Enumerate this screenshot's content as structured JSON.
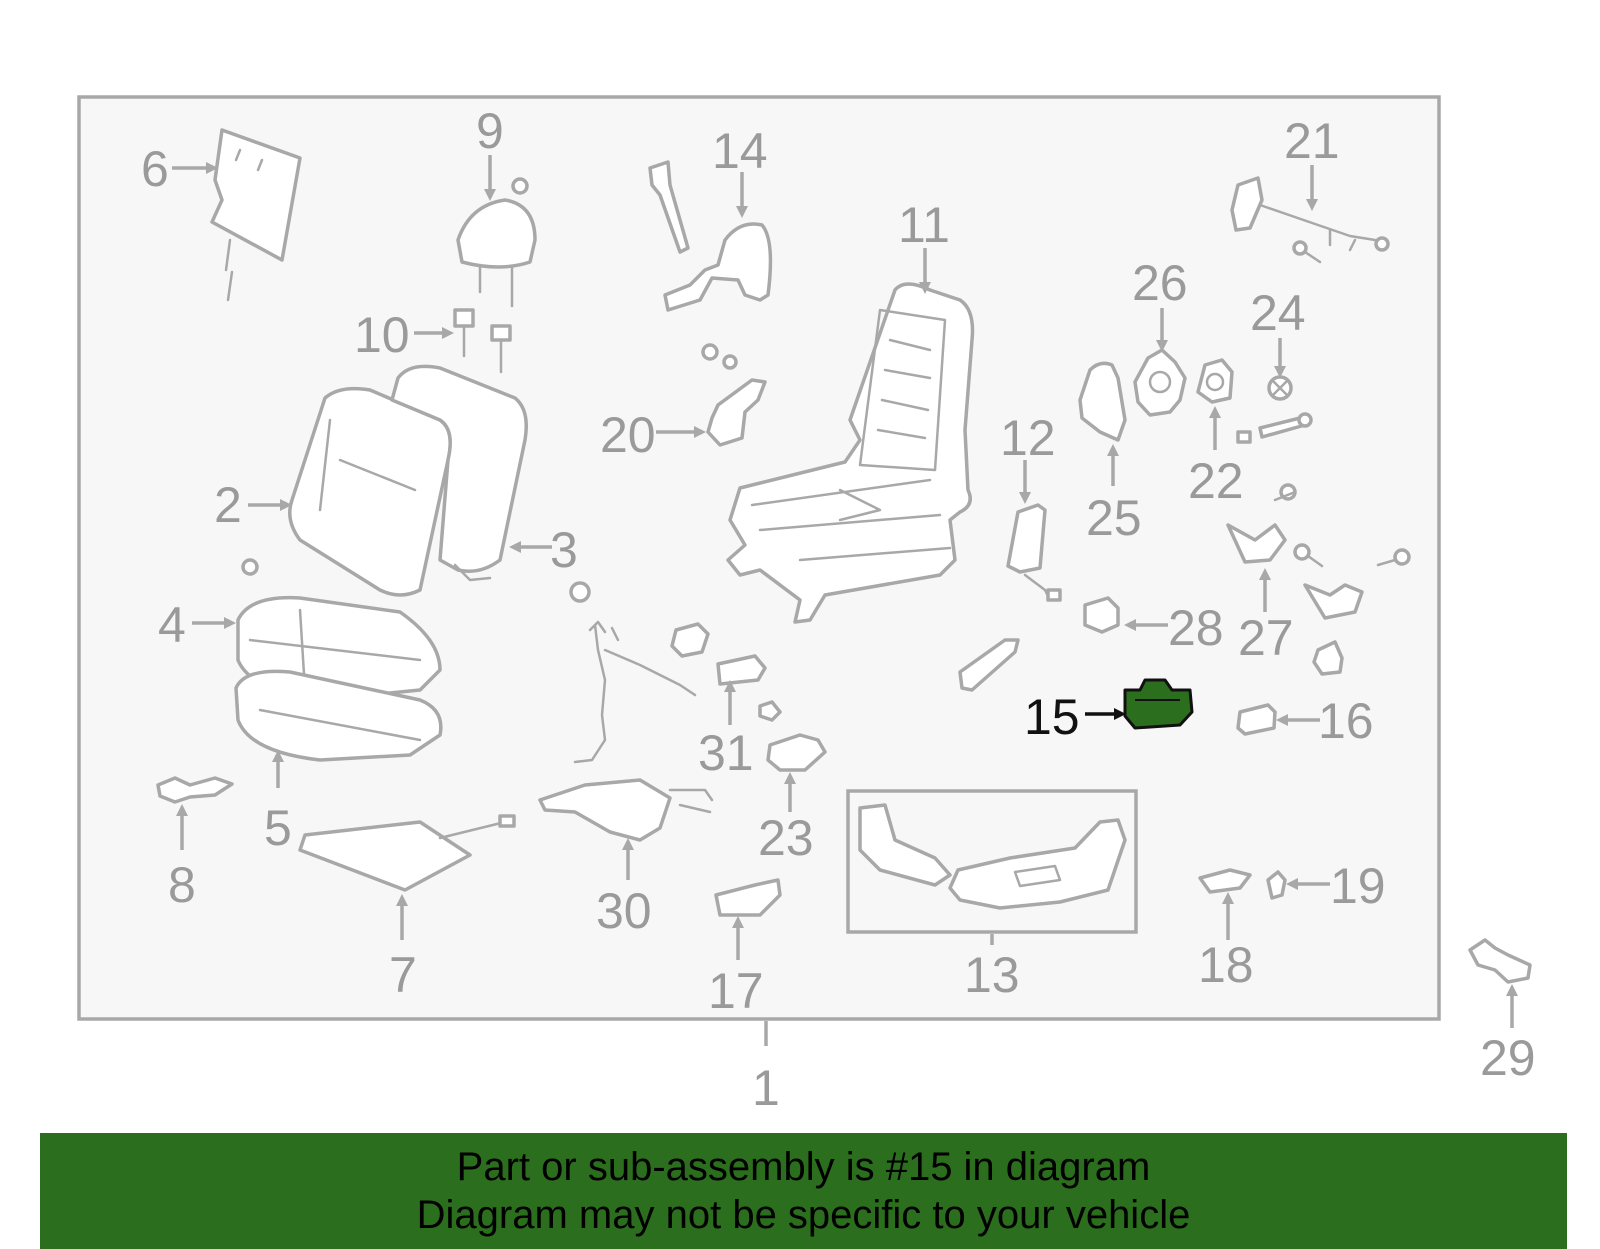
{
  "callouts": {
    "c1": "1",
    "c2": "2",
    "c3": "3",
    "c4": "4",
    "c5": "5",
    "c6": "6",
    "c7": "7",
    "c8": "8",
    "c9": "9",
    "c10": "10",
    "c11": "11",
    "c12": "12",
    "c13": "13",
    "c14": "14",
    "c15": "15",
    "c16": "16",
    "c17": "17",
    "c18": "18",
    "c19": "19",
    "c20": "20",
    "c21": "21",
    "c22": "22",
    "c23": "23",
    "c24": "24",
    "c25": "25",
    "c26": "26",
    "c27": "27",
    "c28": "28",
    "c29": "29",
    "c30": "30",
    "c31": "31"
  },
  "highlighted_part": "15",
  "colors": {
    "highlight": "#2b6e1d",
    "outline": "#a8a8a8",
    "panel_background": "#f7f7f7",
    "label_gray": "#9a9a9a"
  },
  "banner": {
    "line1": "Part or sub-assembly is #15 in diagram",
    "line2": "Diagram may not be specific to your vehicle"
  }
}
